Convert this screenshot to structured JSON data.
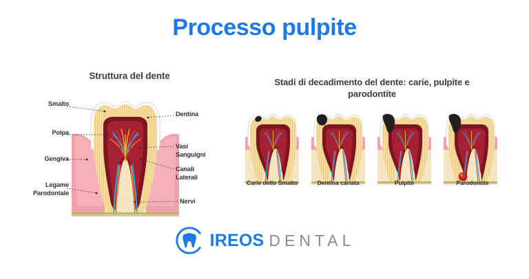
{
  "page": {
    "background_color": "#ffffff",
    "title": "Processo pulpite",
    "title_color": "#1a7ae8"
  },
  "sections": {
    "left": {
      "heading": "Struttura\ndel dente",
      "labels_left": [
        {
          "id": "smalto",
          "text": "Smalto"
        },
        {
          "id": "polpa",
          "text": "Polpa"
        },
        {
          "id": "gengiva",
          "text": "Gengiva"
        },
        {
          "id": "legame",
          "text": "Legame\nParodontale"
        }
      ],
      "labels_right": [
        {
          "id": "dentina",
          "text": "Dentina"
        },
        {
          "id": "vasi",
          "text": "Vasi\nSanguigni"
        },
        {
          "id": "canali",
          "text": "Canali\nLaterali"
        },
        {
          "id": "nervi",
          "text": "Nervi"
        }
      ]
    },
    "right": {
      "heading": "Stadi di decadimento del dente:\ncarie, pulpite e parodontite",
      "stages": [
        {
          "id": "stage-1",
          "caption": "Carie dello Smalto"
        },
        {
          "id": "stage-2",
          "caption": "Dentina cariata"
        },
        {
          "id": "stage-3",
          "caption": "Pulpite"
        },
        {
          "id": "stage-4",
          "caption": "Parodontite"
        }
      ]
    }
  },
  "logo": {
    "mark": "tooth-in-circle-icon",
    "primary_text": "IREOS",
    "secondary_text": "DENTAL",
    "primary_color": "#1a7ae8",
    "secondary_color": "#8a8a8a"
  },
  "palette": {
    "enamel": "#fdfdfd",
    "enamel_outline": "#dcdcdc",
    "dentin": "#f7dfa8",
    "dentin_stripe": "#eec976",
    "pulp_dark": "#7d1420",
    "pulp_mid": "#a52032",
    "gum_pink": "#f2a0ad",
    "gum_light": "#f8c3cc",
    "bone": "#f6e7c4",
    "bone_speck": "#e0c99a",
    "nerve_blue": "#3aa7e0",
    "nerve_red": "#e23b3b",
    "nerve_yellow": "#f2c314",
    "decay_black": "#231f20",
    "abscess_red": "#d32b2b",
    "ligament_green": "#9fc93c"
  }
}
